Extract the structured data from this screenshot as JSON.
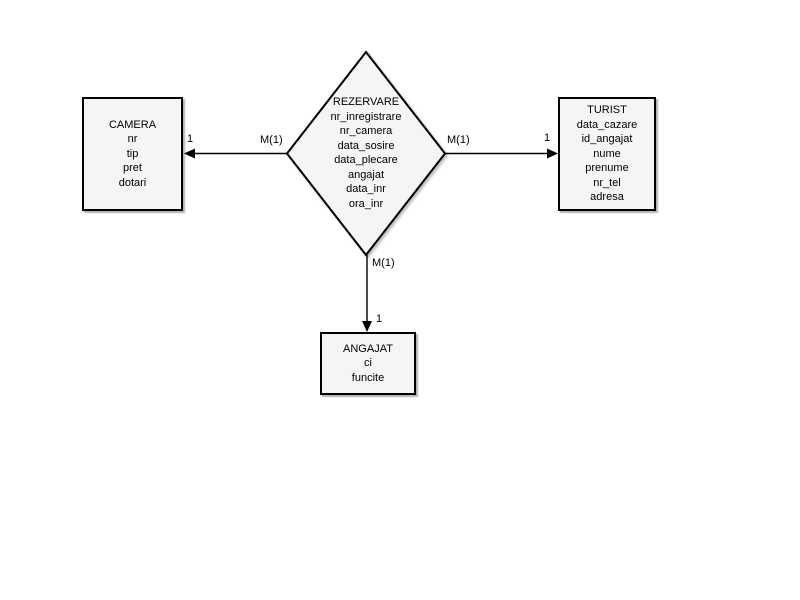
{
  "diagram": {
    "type": "entity-relationship",
    "colors": {
      "background": "#ffffff",
      "shape_fill": "#f5f5f5",
      "shape_stroke": "#000000",
      "text": "#000000"
    },
    "relationship": {
      "name": "REZERVARE",
      "attributes": [
        "nr_inregistrare",
        "nr_camera",
        "data_sosire",
        "data_plecare",
        "angajat",
        "data_inr",
        "ora_inr"
      ]
    },
    "entities": {
      "camera": {
        "name": "CAMERA",
        "attributes": [
          "nr",
          "tip",
          "pret",
          "dotari"
        ]
      },
      "turist": {
        "name": "TURIST",
        "attributes": [
          "data_cazare",
          "id_angajat",
          "nume",
          "prenume",
          "nr_tel",
          "adresa"
        ]
      },
      "angajat": {
        "name": "ANGAJAT",
        "attributes": [
          "ci",
          "funcite"
        ]
      }
    },
    "connections": {
      "camera": {
        "near_diamond": "M(1)",
        "near_entity": "1"
      },
      "turist": {
        "near_diamond": "M(1)",
        "near_entity": "1"
      },
      "angajat": {
        "near_diamond": "M(1)",
        "near_entity": "1"
      }
    }
  }
}
